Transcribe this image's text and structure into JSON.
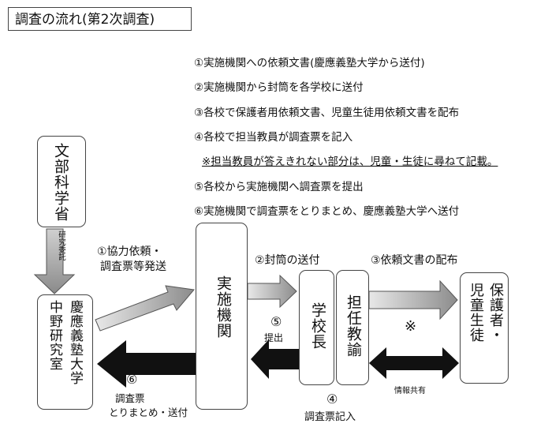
{
  "title": "調査の流れ(第2次調査)",
  "steps": [
    "①実施機関への依頼文書(慶應義塾大学から送付)",
    "②実施機関から封筒を各学校に送付",
    "③各校で保護者用依頼文書、児童生徒用依頼文書を配布",
    "④各校で担当教員が調査票を記入",
    "※担当教員が答えきれない部分は、児童・生徒に尋ねて記載。",
    "⑤各校から実施機関へ調査票を提出",
    "⑥実施機関で調査票をとりまとめ、慶應義塾大学へ送付"
  ],
  "boxes": {
    "mext": "文部科学省",
    "keio_line1": "慶應義塾大学",
    "keio_line2": "中野研究室",
    "agency": "実施機関",
    "principal": "学校長",
    "teacher": "担任教諭",
    "guardians_line1": "保護者・",
    "guardians_line2": "児童生徒"
  },
  "labels": {
    "commission": "研究委託",
    "req1": "①協力依頼・",
    "req2": "調査票等発送",
    "envelope": "②封筒の送付",
    "distribute": "③依頼文書の配布",
    "submit_num": "⑤",
    "submit": "提出",
    "note_mark": "※",
    "info_share": "情報共有",
    "collect_num": "⑥",
    "collect1": "調査票",
    "collect2": "とりまとめ・送付",
    "fill_num": "④",
    "fill": "調査票記入"
  }
}
